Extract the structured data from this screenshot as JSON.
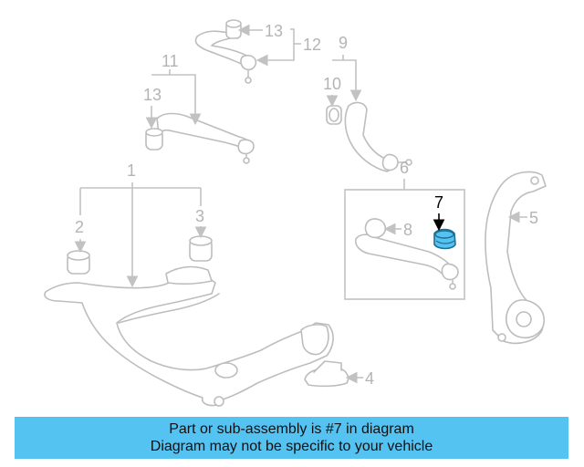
{
  "diagram": {
    "callouts": [
      {
        "id": "1",
        "label": "1"
      },
      {
        "id": "2",
        "label": "2"
      },
      {
        "id": "3",
        "label": "3"
      },
      {
        "id": "4",
        "label": "4"
      },
      {
        "id": "5",
        "label": "5"
      },
      {
        "id": "6",
        "label": "6"
      },
      {
        "id": "7",
        "label": "7"
      },
      {
        "id": "8",
        "label": "8"
      },
      {
        "id": "9",
        "label": "9"
      },
      {
        "id": "10",
        "label": "10"
      },
      {
        "id": "11",
        "label": "11"
      },
      {
        "id": "12",
        "label": "12"
      },
      {
        "id": "13a",
        "label": "13"
      },
      {
        "id": "13b",
        "label": "13"
      }
    ],
    "highlighted_part": "7",
    "colors": {
      "highlight": "#55c3f2",
      "line": "#c2c2c2",
      "label": "#b4b4b4",
      "caption_bg": "#55c3f2"
    }
  },
  "caption": {
    "line1": "Part or sub-assembly is #7 in diagram",
    "line2": "Diagram may not be specific to your vehicle"
  }
}
